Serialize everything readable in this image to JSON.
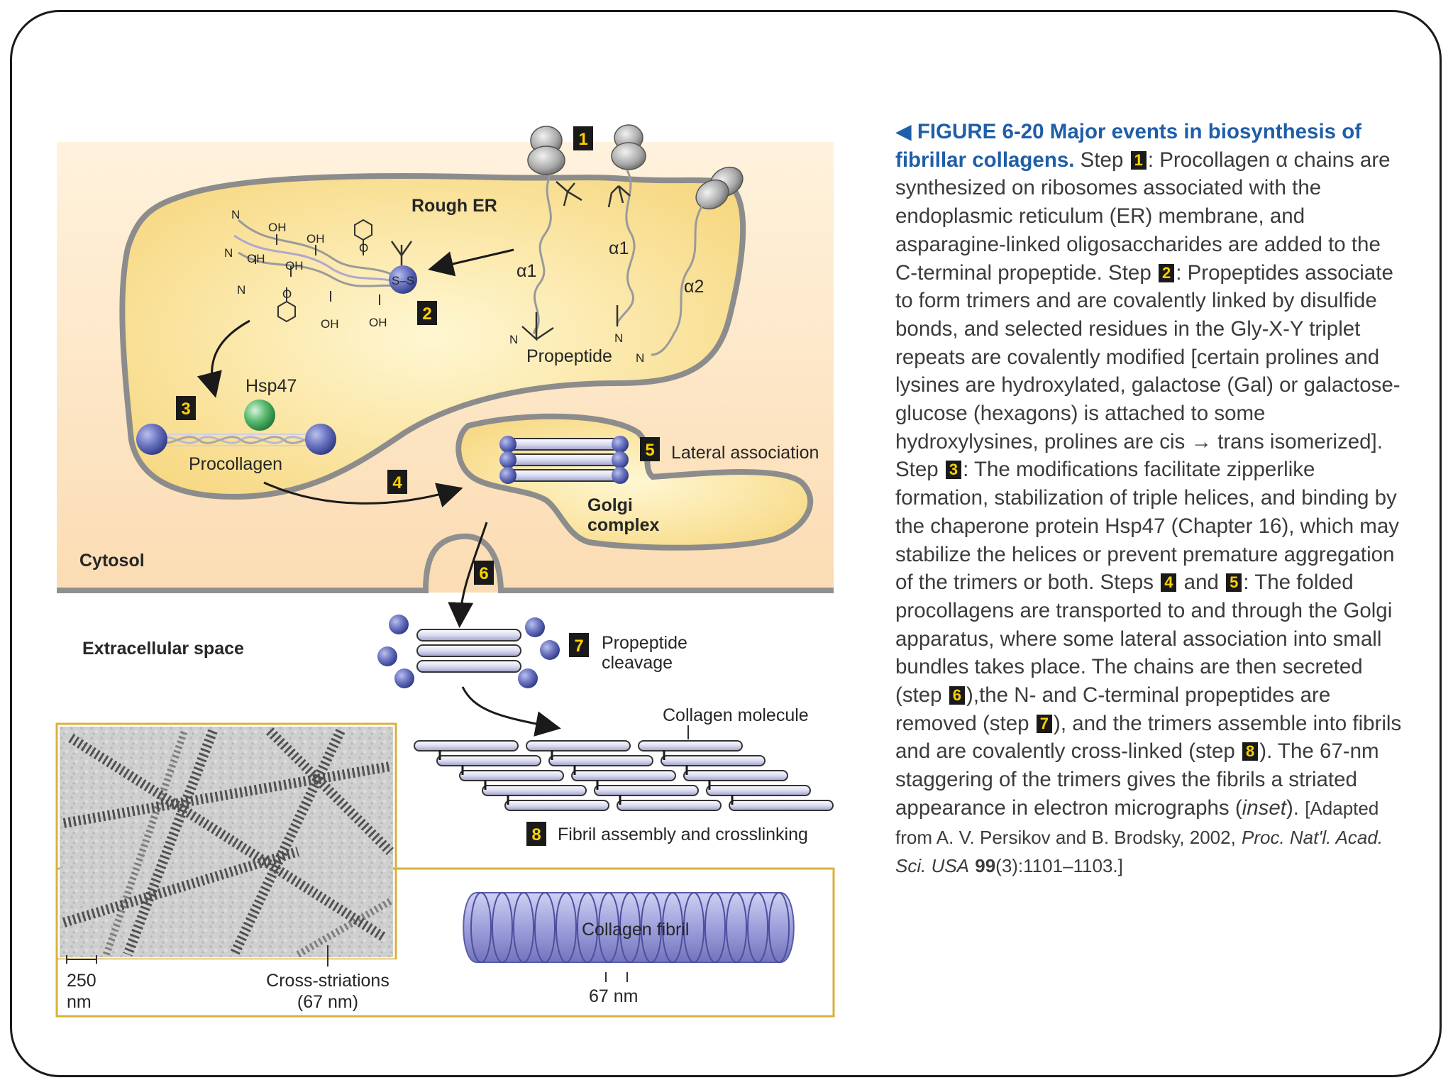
{
  "diagram": {
    "rough_er": "Rough ER",
    "cytosol": "Cytosol",
    "extracellular_space": "Extracellular space",
    "golgi_line1": "Golgi",
    "golgi_line2": "complex",
    "alpha1_a": "α1",
    "alpha1_b": "α1",
    "alpha2": "α2",
    "propeptide": "Propeptide",
    "hsp47": "Hsp47",
    "procollagen": "Procollagen",
    "lateral_association": "Lateral association",
    "propeptide_cleavage_line1": "Propeptide",
    "propeptide_cleavage_line2": "cleavage",
    "collagen_molecule": "Collagen molecule",
    "fibril_assembly": "Fibril assembly and crosslinking",
    "collagen_fibril": "Collagen fibril",
    "fibril_period": "67 nm",
    "scale_value": "250",
    "scale_unit": "nm",
    "cross_striations_line1": "Cross-striations",
    "cross_striations_line2": "(67 nm)",
    "ss": "S–S",
    "n": "N",
    "oh": "OH",
    "o": "O",
    "steps": [
      "1",
      "2",
      "3",
      "4",
      "5",
      "6",
      "7",
      "8"
    ]
  },
  "colors": {
    "er_fill": "#fbe398",
    "er_stroke": "#8c8c8c",
    "cytosol_fill": "#fde7c7",
    "inset_border": "#d8b23a",
    "caption_heading": "#1f5ea8",
    "step_box": "#1a1a1a",
    "step_number": "#ffd000",
    "propeptide_ball": "#5560ad",
    "hsp47": "#4cae64"
  },
  "caption": {
    "arrow": "◀",
    "figure": "FIGURE 6-20",
    "title_1": "Major events in biosynthesis",
    "title_2": "of fibrillar collagens.",
    "p_a": "Step",
    "p_b": ": Procollagen α chains are synthesized on ribosomes associated with the endoplasmic reticulum (ER) membrane, and asparagine-linked oligosaccharides are added to the C-terminal propeptide. Step",
    "p_c": ": Propeptides associate to form trimers and are covalently linked by disulfide bonds, and selected residues in the Gly-X-Y triplet repeats are covalently modified [certain prolines and lysines are hydroxylated, galactose (Gal) or galactose-glucose (hexagons) is attached to some hydroxylysines, prolines are cis → trans isomerized]. Step",
    "p_d": ": The modifications facilitate zipperlike formation, stabilization of triple helices, and binding by the chaperone protein Hsp47 (Chapter 16), which may stabilize the helices or prevent premature aggregation of the trimers or both. Steps",
    "p_e": "and",
    "p_f": ": The folded procollagens are transported to and through the Golgi apparatus, where some lateral association into small bundles takes place. The chains are then secreted (step",
    "p_g": "),the N- and C-terminal propeptides are removed (step",
    "p_h": "), and the trimers assemble into fibrils and are covalently cross-linked (step",
    "p_i": "). The 67-nm staggering of the trimers gives the fibrils a striated appearance in electron micrographs (",
    "inset": "inset",
    "p_j": ").",
    "ref_1": "[Adapted from A. V. Persikov and B. Brodsky, 2002,",
    "ref_journal": "Proc. Nat'l. Acad. Sci. USA",
    "ref_volume": "99",
    "ref_2": "(3):1101–1103.]"
  }
}
